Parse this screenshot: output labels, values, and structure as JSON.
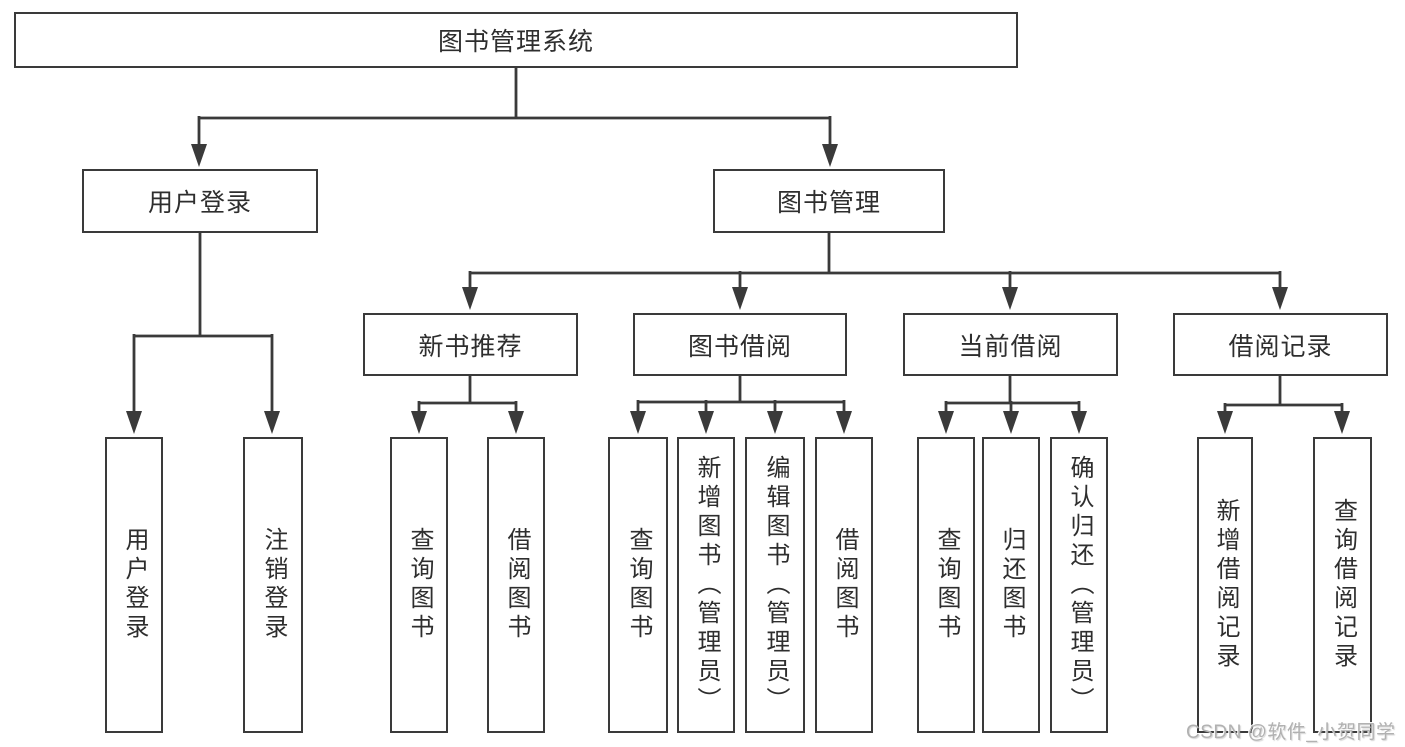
{
  "tree": {
    "root": {
      "label": "图书管理系统"
    },
    "branches": [
      {
        "label": "用户登录",
        "leaves": [
          "用户登录",
          "注销登录"
        ]
      },
      {
        "label": "图书管理",
        "groups": [
          {
            "label": "新书推荐",
            "leaves": [
              "查询图书",
              "借阅图书"
            ]
          },
          {
            "label": "图书借阅",
            "leaves": [
              "查询图书",
              "新增图书（管理员）",
              "编辑图书（管理员）",
              "借阅图书"
            ]
          },
          {
            "label": "当前借阅",
            "leaves": [
              "查询图书",
              "归还图书",
              "确认归还（管理员）"
            ]
          },
          {
            "label": "借阅记录",
            "leaves": [
              "新增借阅记录",
              "查询借阅记录"
            ]
          }
        ]
      }
    ]
  },
  "watermark": "CSDN @软件_小贺同学",
  "colors": {
    "line": "#3a3a3a",
    "text": "#2e2e2e",
    "watermark": "#b1b1b1",
    "background": "#ffffff"
  }
}
